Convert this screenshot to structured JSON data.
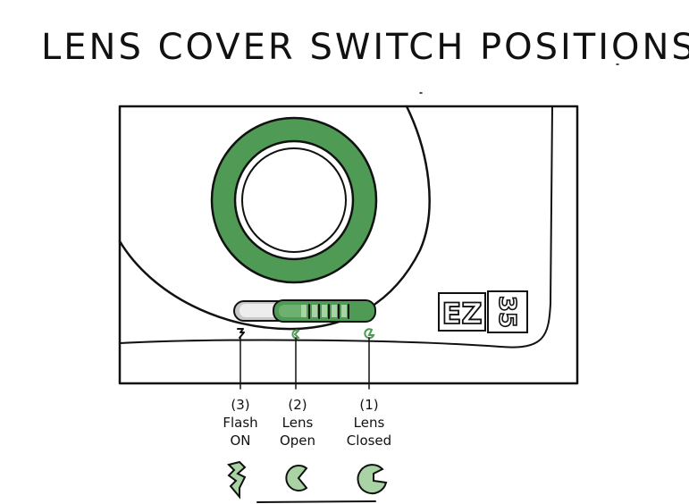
{
  "title": "LENS COVER SWITCH POSITIONS",
  "badge": {
    "text": "EZ",
    "number": "35"
  },
  "positions": [
    {
      "number": "(3)",
      "line1": "Flash",
      "line2": "ON"
    },
    {
      "number": "(2)",
      "line1": "Lens",
      "line2": "Open"
    },
    {
      "number": "(1)",
      "line1": "Lens",
      "line2": "Closed"
    }
  ],
  "colors": {
    "accent_green": "#4f9a55",
    "light_green": "#a9d3a4",
    "ink": "#111111",
    "slider_gray": "#c9c9c9"
  },
  "icons": {
    "flash_on": "lightning-bolt-icon",
    "lens_open": "pacman-open-icon",
    "lens_closed": "pacman-closed-icon"
  }
}
